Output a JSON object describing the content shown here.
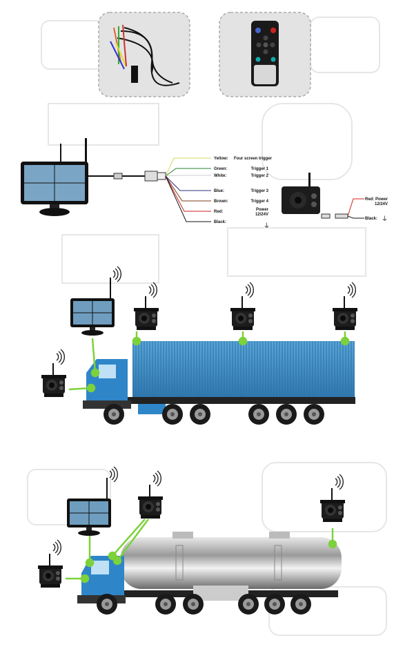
{
  "accessories": {
    "cable_icon": "wiring-harness-icon",
    "remote_icon": "remote-control-icon"
  },
  "wiring": {
    "wires": [
      {
        "color_name": "Yellow:",
        "function": "Four screen trigger",
        "hex": "#d8d860"
      },
      {
        "color_name": "Green:",
        "function": "Trigger 1",
        "hex": "#2e7d32"
      },
      {
        "color_name": "White:",
        "function": "Trigger 2",
        "hex": "#cccccc"
      },
      {
        "color_name": "Blue:",
        "function": "Trigger 3",
        "hex": "#2b2f7a"
      },
      {
        "color_name": "Brown:",
        "function": "Trigger 4",
        "hex": "#7a3b1a"
      },
      {
        "color_name": "Red:",
        "function": "Power",
        "function2": "12/24V",
        "hex": "#cc2222"
      },
      {
        "color_name": "Black:",
        "function": "",
        "hex": "#111111"
      }
    ],
    "camera_wires": [
      {
        "color_name": "Red:",
        "function": "Power",
        "function2": "12/24V"
      },
      {
        "color_name": "Black:",
        "function": ""
      }
    ]
  },
  "colors": {
    "accent_green": "#7dd13a",
    "container_blue": "#3f8fc6",
    "cab_blue": "#2e86c8"
  }
}
